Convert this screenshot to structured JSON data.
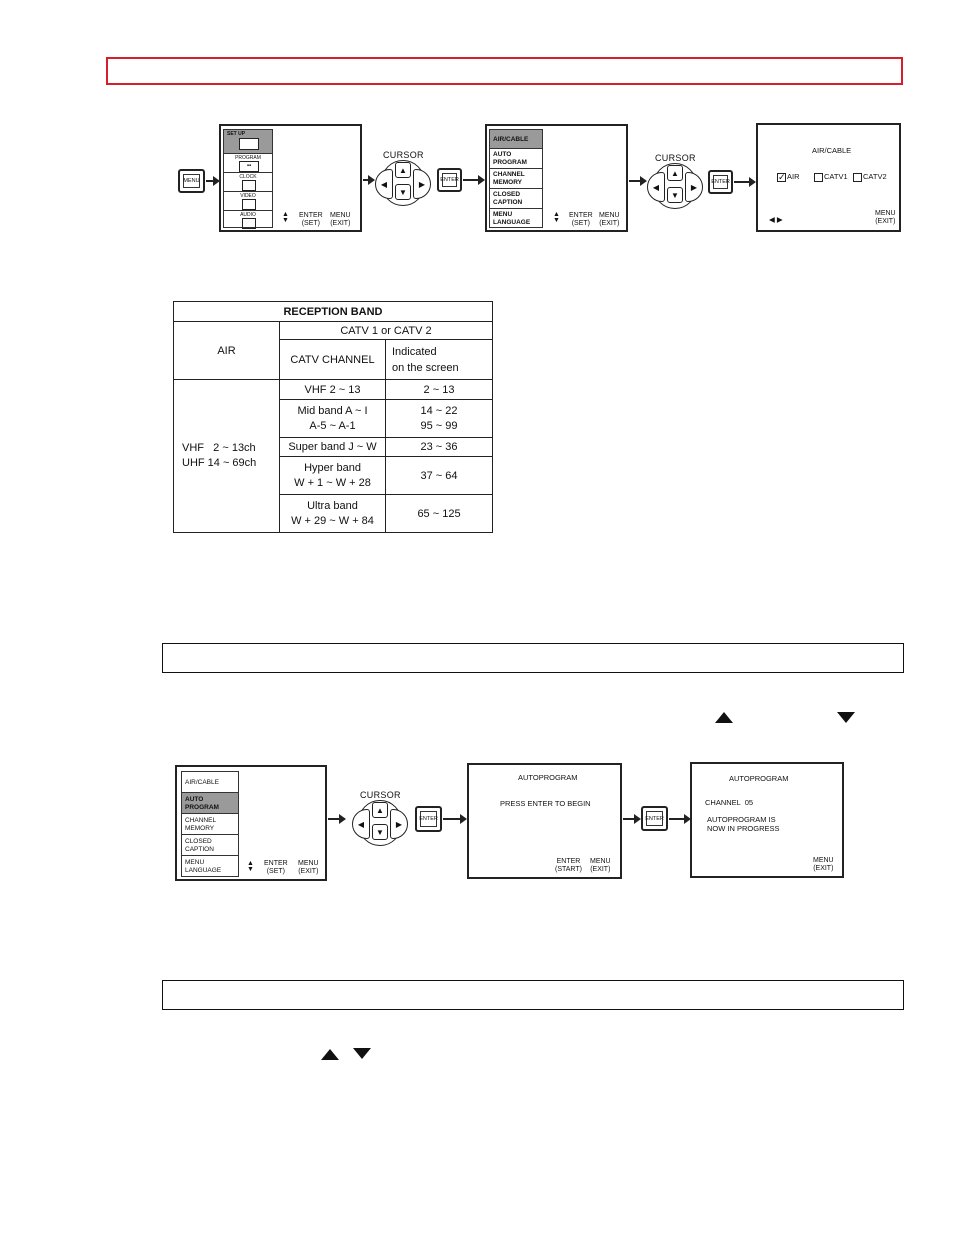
{
  "diagram1": {
    "menu_key": "MENU",
    "main_menu": {
      "items": [
        "SET UP",
        "PROGRAM",
        "CLOCK",
        "VIDEO",
        "AUDIO"
      ],
      "footer_enter": "ENTER",
      "footer_set": "(SET)",
      "footer_menu": "MENU",
      "footer_exit": "(EXIT)"
    },
    "cursor_label_1": "CURSOR",
    "enter_key": "ENTER",
    "setup_menu": {
      "items": [
        "AIR/CABLE",
        "AUTO PROGRAM",
        "CHANNEL MEMORY",
        "CLOSED CAPTION",
        "MENU LANGUAGE"
      ],
      "footer_enter": "ENTER",
      "footer_set": "(SET)",
      "footer_menu": "MENU",
      "footer_exit": "(EXIT)"
    },
    "cursor_label_2": "CURSOR",
    "air_cable_screen": {
      "title": "AIR/CABLE",
      "opt_air": "AIR",
      "opt_catv1": "CATV1",
      "opt_catv2": "CATV2",
      "check_mark": "✓",
      "nav": "◀ ▶",
      "footer_menu": "MENU",
      "footer_exit": "(EXIT)"
    }
  },
  "reception_table": {
    "title": "RECEPTION BAND",
    "air_header": "AIR",
    "catv_header": "CATV 1 or CATV 2",
    "catv_channel_header": "CATV CHANNEL",
    "indicated_header_1": "Indicated",
    "indicated_header_2": "on the screen",
    "air_values_1": "VHF   2 ~ 13ch",
    "air_values_2": "UHF 14 ~ 69ch",
    "rows": [
      {
        "channel_1": "VHF 2 ~ 13",
        "channel_2": "",
        "indicated_1": "2 ~ 13",
        "indicated_2": ""
      },
      {
        "channel_1": "Mid band A ~ I",
        "channel_2": "A-5 ~ A-1",
        "indicated_1": "14 ~ 22",
        "indicated_2": "95 ~ 99"
      },
      {
        "channel_1": "Super band J ~ W",
        "channel_2": "",
        "indicated_1": "23 ~ 36",
        "indicated_2": ""
      },
      {
        "channel_1": "Hyper band",
        "channel_2": "W + 1 ~ W + 28",
        "indicated_1": "37 ~ 64",
        "indicated_2": ""
      },
      {
        "channel_1": "Ultra band",
        "channel_2": "W + 29 ~ W + 84",
        "indicated_1": "65 ~ 125",
        "indicated_2": ""
      }
    ]
  },
  "diagram2": {
    "setup_menu": {
      "items": [
        "AIR/CABLE",
        "AUTO PROGRAM",
        "CHANNEL MEMORY",
        "CLOSED CAPTION",
        "MENU LANGUAGE"
      ],
      "footer_enter": "ENTER",
      "footer_set": "(SET)",
      "footer_menu": "MENU",
      "footer_exit": "(EXIT)"
    },
    "cursor_label": "CURSOR",
    "enter_key": "ENTER",
    "autoprogram_screen": {
      "title": "AUTOPROGRAM",
      "message": "PRESS ENTER TO BEGIN",
      "footer_enter": "ENTER",
      "footer_start": "(START)",
      "footer_menu": "MENU",
      "footer_exit": "(EXIT)"
    },
    "progress_screen": {
      "title": "AUTOPROGRAM",
      "channel": "CHANNEL  05",
      "status_1": "AUTOPROGRAM IS",
      "status_2": "NOW IN PROGRESS",
      "footer_menu": "MENU",
      "footer_exit": "(EXIT)"
    }
  }
}
